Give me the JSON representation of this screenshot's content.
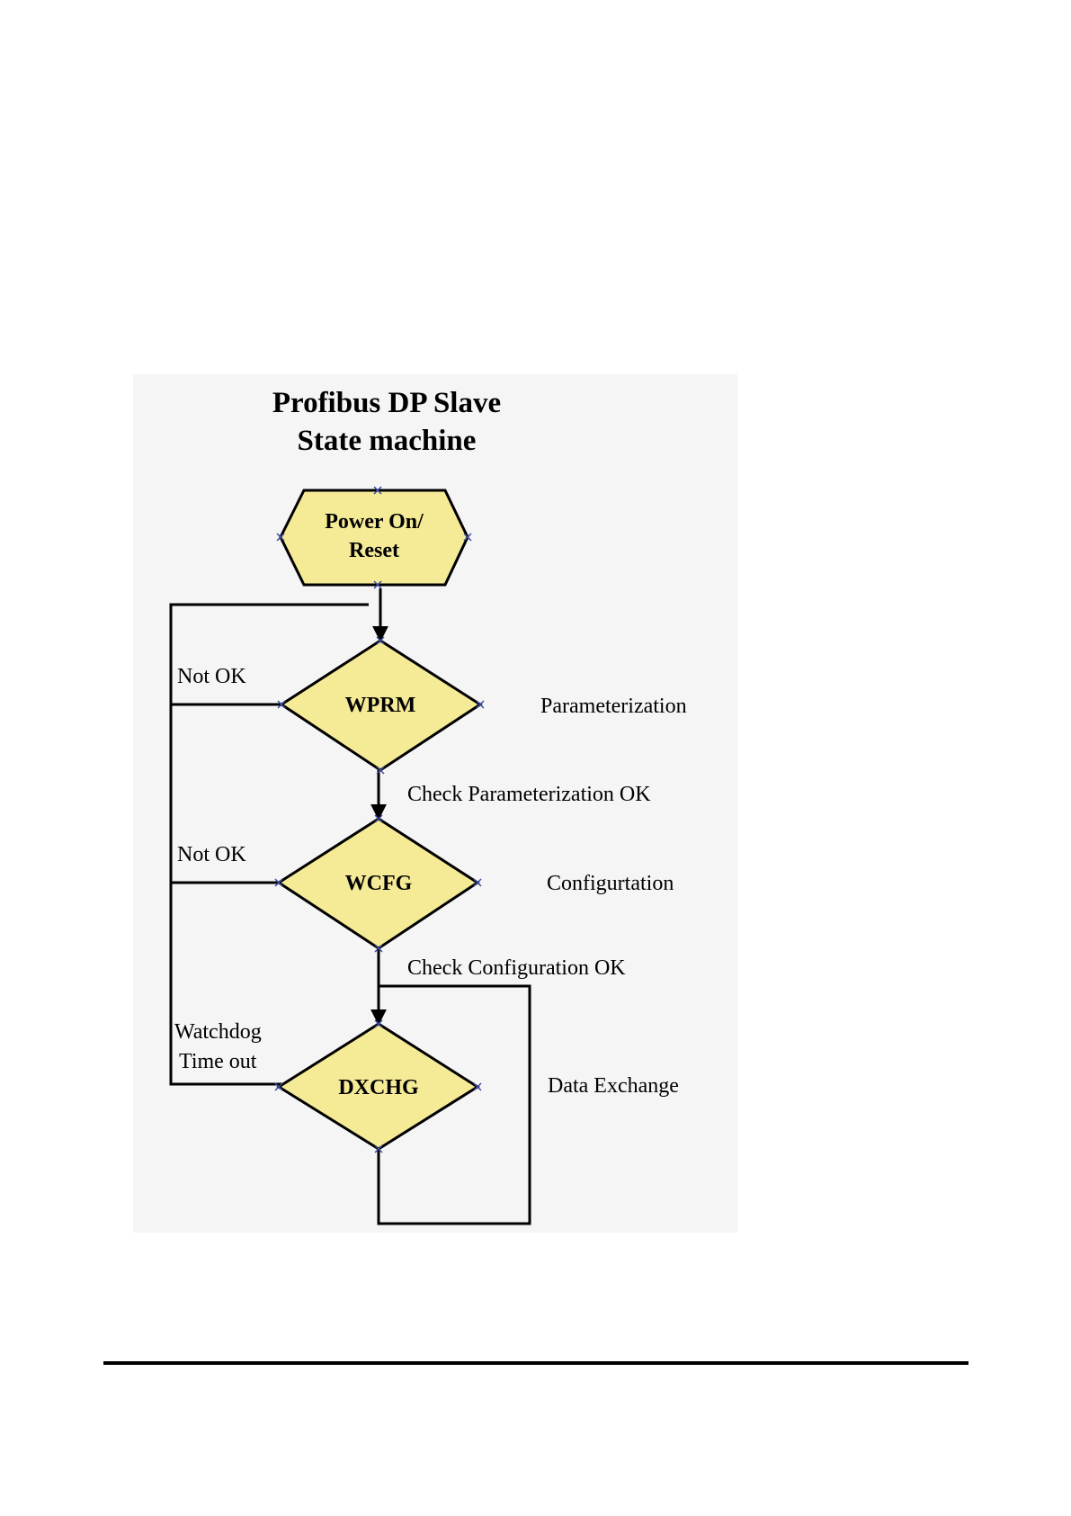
{
  "diagram": {
    "title_line1": "Profibus DP Slave",
    "title_line2": "State machine",
    "nodes": {
      "power": {
        "line1": "Power On/",
        "line2": "Reset"
      },
      "wprm": "WPRM",
      "wcfg": "WCFG",
      "dxchg": "DXCHG"
    },
    "labels": {
      "not_ok_1": "Not OK",
      "not_ok_2": "Not OK",
      "watchdog_line1": "Watchdog",
      "watchdog_line2": "Time out",
      "parameterization": "Parameterization",
      "check_param": "Check Parameterization OK",
      "configuration": "Configurtation",
      "check_config": "Check Configuration OK",
      "data_exchange": "Data Exchange"
    },
    "colors": {
      "node_fill": "#f5ea96",
      "panel_bg": "#f5f5f5",
      "connector_marker": "#3b4a9e"
    }
  }
}
